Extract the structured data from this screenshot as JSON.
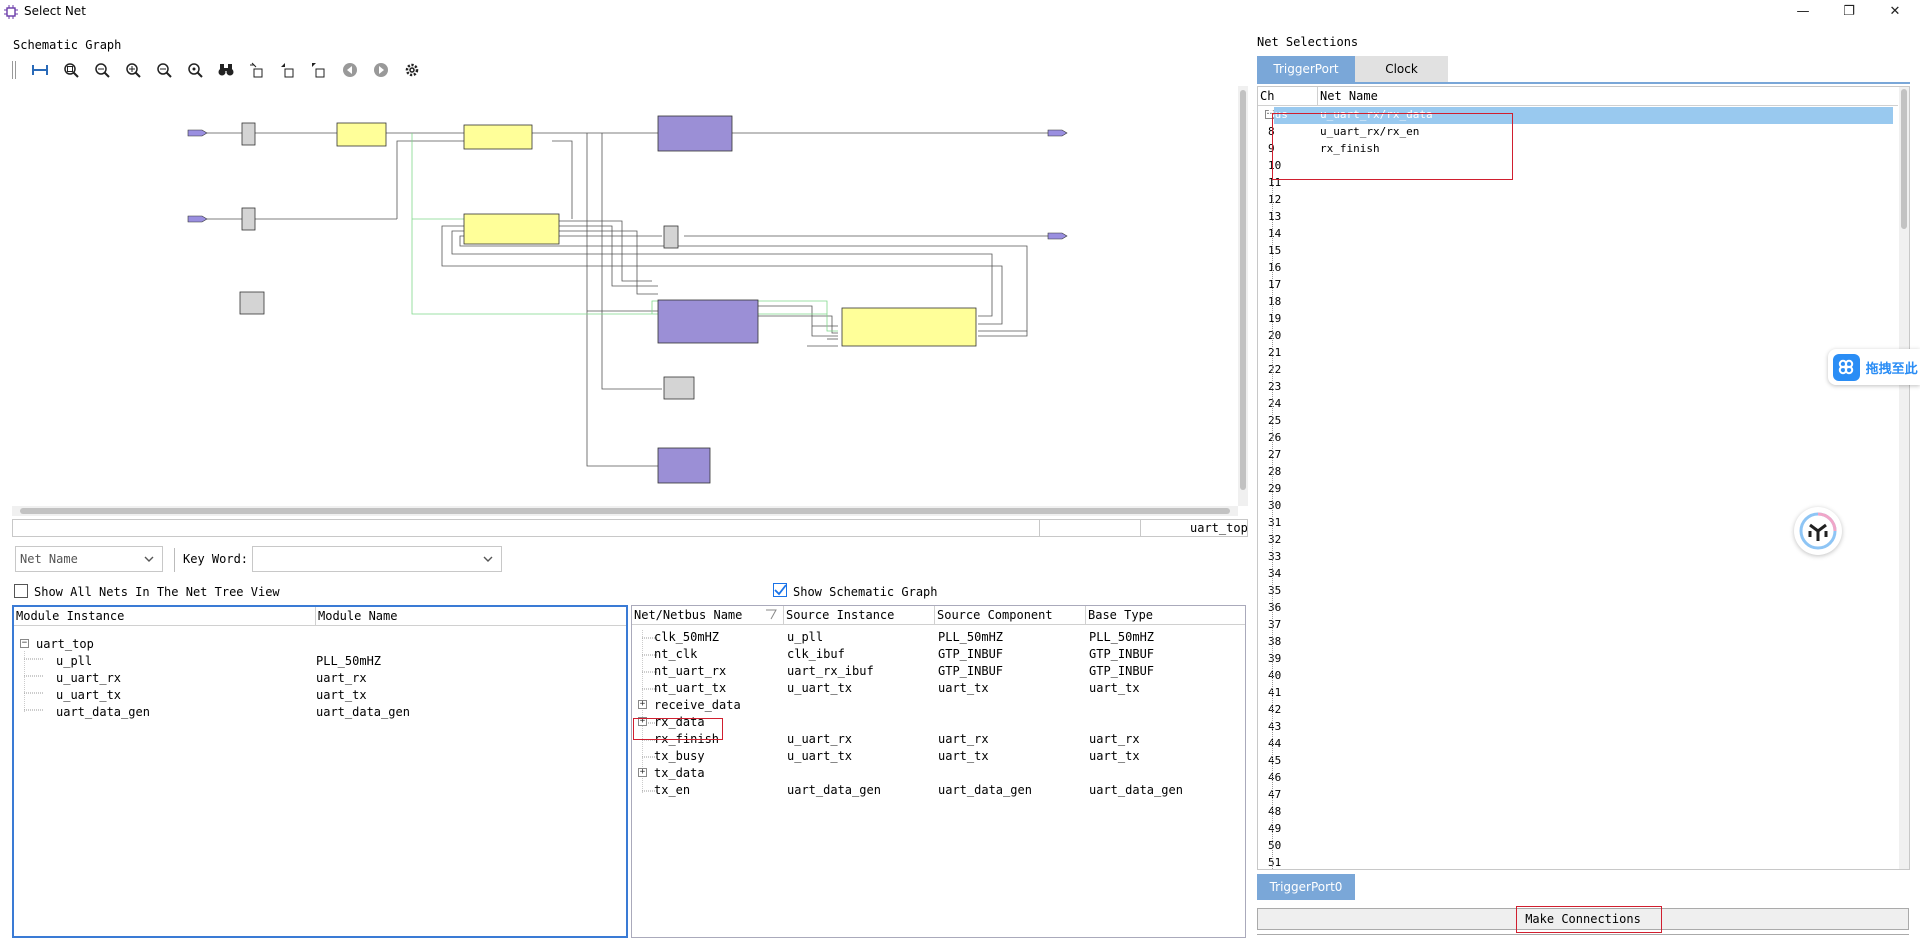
{
  "window": {
    "title": "Select Net",
    "minimize_glyph": "—",
    "maximize_glyph": "❐",
    "close_glyph": "✕"
  },
  "schematic": {
    "label": "Schematic Graph",
    "status_module": "uart_top"
  },
  "filter": {
    "net_name_value": "Net Name",
    "keyword_label": "Key Word:",
    "keyword_value": "",
    "show_all_nets_label": "Show All Nets In The Net Tree View",
    "show_all_nets_checked": false,
    "show_schematic_label": "Show Schematic Graph",
    "show_schematic_checked": true
  },
  "module_tree": {
    "headers": [
      "Module Instance",
      "Module Name"
    ],
    "root": "uart_top",
    "rows": [
      {
        "instance": "u_pll",
        "name": "PLL_50mHZ"
      },
      {
        "instance": "u_uart_rx",
        "name": "uart_rx"
      },
      {
        "instance": "u_uart_tx",
        "name": "uart_tx"
      },
      {
        "instance": "uart_data_gen",
        "name": "uart_data_gen"
      }
    ]
  },
  "net_table": {
    "headers": [
      "Net/Netbus Name",
      "Source Instance",
      "Source Component",
      "Base Type"
    ],
    "rows": [
      {
        "name": "clk_50mHZ",
        "instance": "u_pll",
        "component": "PLL_50mHZ",
        "type": "PLL_50mHZ",
        "expandable": false
      },
      {
        "name": "nt_clk",
        "instance": "clk_ibuf",
        "component": "GTP_INBUF",
        "type": "GTP_INBUF",
        "expandable": false
      },
      {
        "name": "nt_uart_rx",
        "instance": "uart_rx_ibuf",
        "component": "GTP_INBUF",
        "type": "GTP_INBUF",
        "expandable": false
      },
      {
        "name": "nt_uart_tx",
        "instance": "u_uart_tx",
        "component": "uart_tx",
        "type": "uart_tx",
        "expandable": false
      },
      {
        "name": "receive_data",
        "instance": "",
        "component": "",
        "type": "",
        "expandable": true
      },
      {
        "name": "rx_data",
        "instance": "",
        "component": "",
        "type": "",
        "expandable": true
      },
      {
        "name": "rx_finish",
        "instance": "u_uart_rx",
        "component": "uart_rx",
        "type": "uart_rx",
        "expandable": false
      },
      {
        "name": "tx_busy",
        "instance": "u_uart_tx",
        "component": "uart_tx",
        "type": "uart_tx",
        "expandable": false
      },
      {
        "name": "tx_data",
        "instance": "",
        "component": "",
        "type": "",
        "expandable": true
      },
      {
        "name": "tx_en",
        "instance": "uart_data_gen",
        "component": "uart_data_gen",
        "type": "uart_data_gen",
        "expandable": false
      }
    ]
  },
  "net_selections": {
    "label": "Net Selections",
    "tabs": [
      "TriggerPort",
      "Clock"
    ],
    "active_tab": 0,
    "headers": [
      "Ch",
      "Net Name"
    ],
    "assigned": [
      {
        "ch": "Bus",
        "net": "u_uart_rx/rx_data"
      },
      {
        "ch": "8",
        "net": "u_uart_rx/rx_en"
      },
      {
        "ch": "9",
        "net": "rx_finish"
      }
    ],
    "channels": [
      "10",
      "11",
      "12",
      "13",
      "14",
      "15",
      "16",
      "17",
      "18",
      "19",
      "20",
      "21",
      "22",
      "23",
      "24",
      "25",
      "26",
      "27",
      "28",
      "29",
      "30",
      "31",
      "32",
      "33",
      "34",
      "35",
      "36",
      "37",
      "38",
      "39",
      "40",
      "41",
      "42",
      "43",
      "44",
      "45",
      "46",
      "47",
      "48",
      "49",
      "50",
      "51"
    ],
    "bottom_tab": "TriggerPort0",
    "make_connections_label": "Make Connections"
  },
  "floating": {
    "drag_label": "拖拽至此"
  },
  "colors": {
    "accent": "#7aa7d8",
    "highlight_row": "#99c9ef",
    "annotation_red": "#d01f2f",
    "block_yellow": "#ffff99",
    "block_purple": "#9b8fd6",
    "block_gray": "#d4d4d4"
  }
}
